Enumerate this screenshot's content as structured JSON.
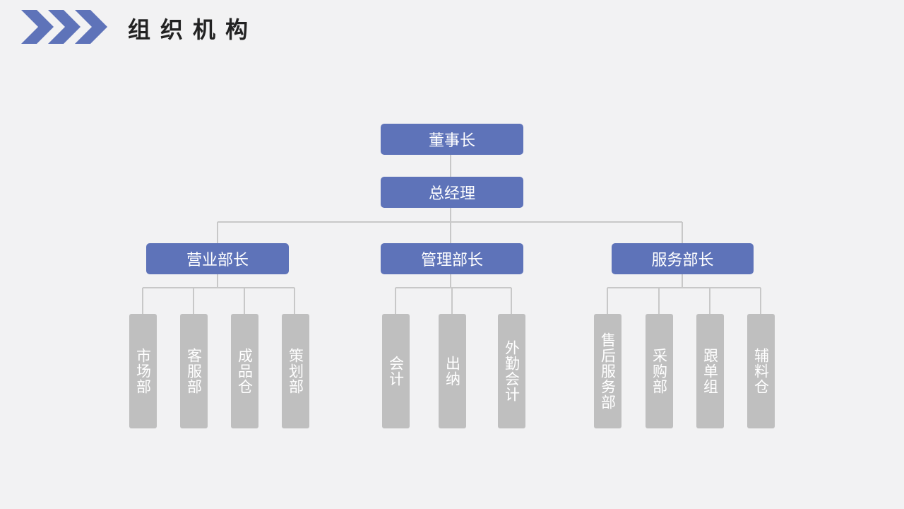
{
  "title": "组织机构",
  "colors": {
    "accent": "#5e73b9",
    "leaf": "#bfbfbf",
    "line": "#c8c8c8"
  },
  "org": {
    "chairman": "董事长",
    "gm": "总经理",
    "departments": [
      {
        "label": "营业部长",
        "units": [
          "市场部",
          "客服部",
          "成品仓",
          "策划部"
        ]
      },
      {
        "label": "管理部长",
        "units": [
          "会计",
          "出纳",
          "外勤会计"
        ]
      },
      {
        "label": "服务部长",
        "units": [
          "售后服务部",
          "采购部",
          "跟单组",
          "辅料仓"
        ]
      }
    ]
  }
}
